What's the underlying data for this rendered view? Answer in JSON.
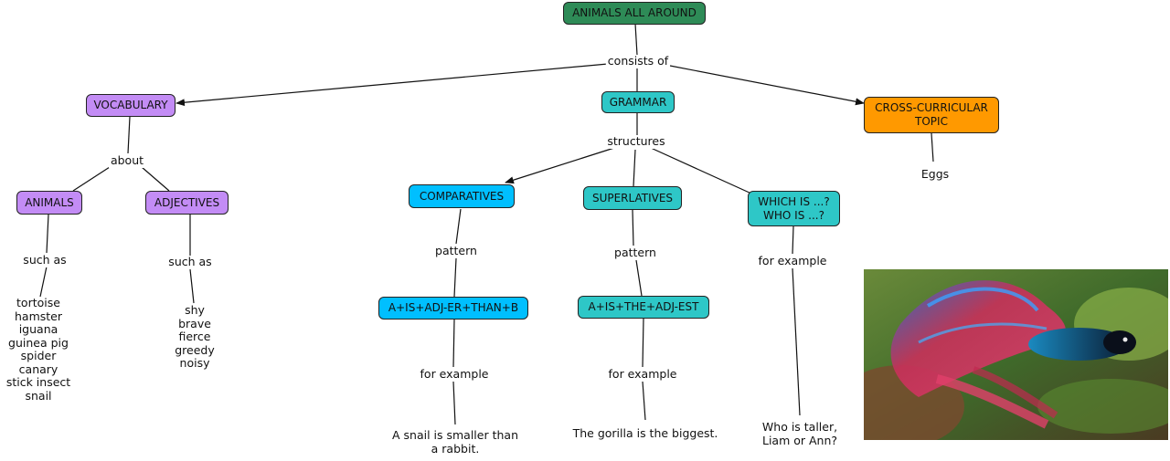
{
  "colors": {
    "root": "#2e8b57",
    "vocab": "#c38cf5",
    "grammar": "#2ec7c7",
    "cyan": "#00bfff",
    "orange": "#ff9900",
    "line": "#111111"
  },
  "nodes": {
    "root": "ANIMALS ALL AROUND",
    "vocabulary": "VOCABULARY",
    "grammar": "GRAMMAR",
    "cross": "CROSS-CURRICULAR\nTOPIC",
    "animals": "ANIMALS",
    "adjectives": "ADJECTIVES",
    "comparatives": "COMPARATIVES",
    "superlatives": "SUPERLATIVES",
    "which": "WHICH IS ...?\nWHO IS ...?",
    "comp_pattern": "A+IS+ADJ-ER+THAN+B",
    "sup_pattern": "A+IS+THE+ADJ-EST"
  },
  "links": {
    "consists": "consists of",
    "about": "about",
    "structures": "structures",
    "such_as_1": "such as",
    "such_as_2": "such as",
    "pattern_1": "pattern",
    "pattern_2": "pattern",
    "for_example_1": "for example",
    "for_example_2": "for example",
    "for_example_3": "for example"
  },
  "leaves": {
    "animals_list": "tortoise\nhamster\niguana\nguinea pig\nspider\ncanary\nstick insect\nsnail",
    "adjectives_list": "shy\nbrave\nfierce\ngreedy\nnoisy",
    "eggs": "Eggs",
    "comp_example": "A snail is smaller than\na rabbit.",
    "sup_example": "The gorilla is the biggest.",
    "which_example": "Who is taller,\nLiam or Ann?"
  },
  "image": {
    "subject": "betta-fish-photo"
  }
}
